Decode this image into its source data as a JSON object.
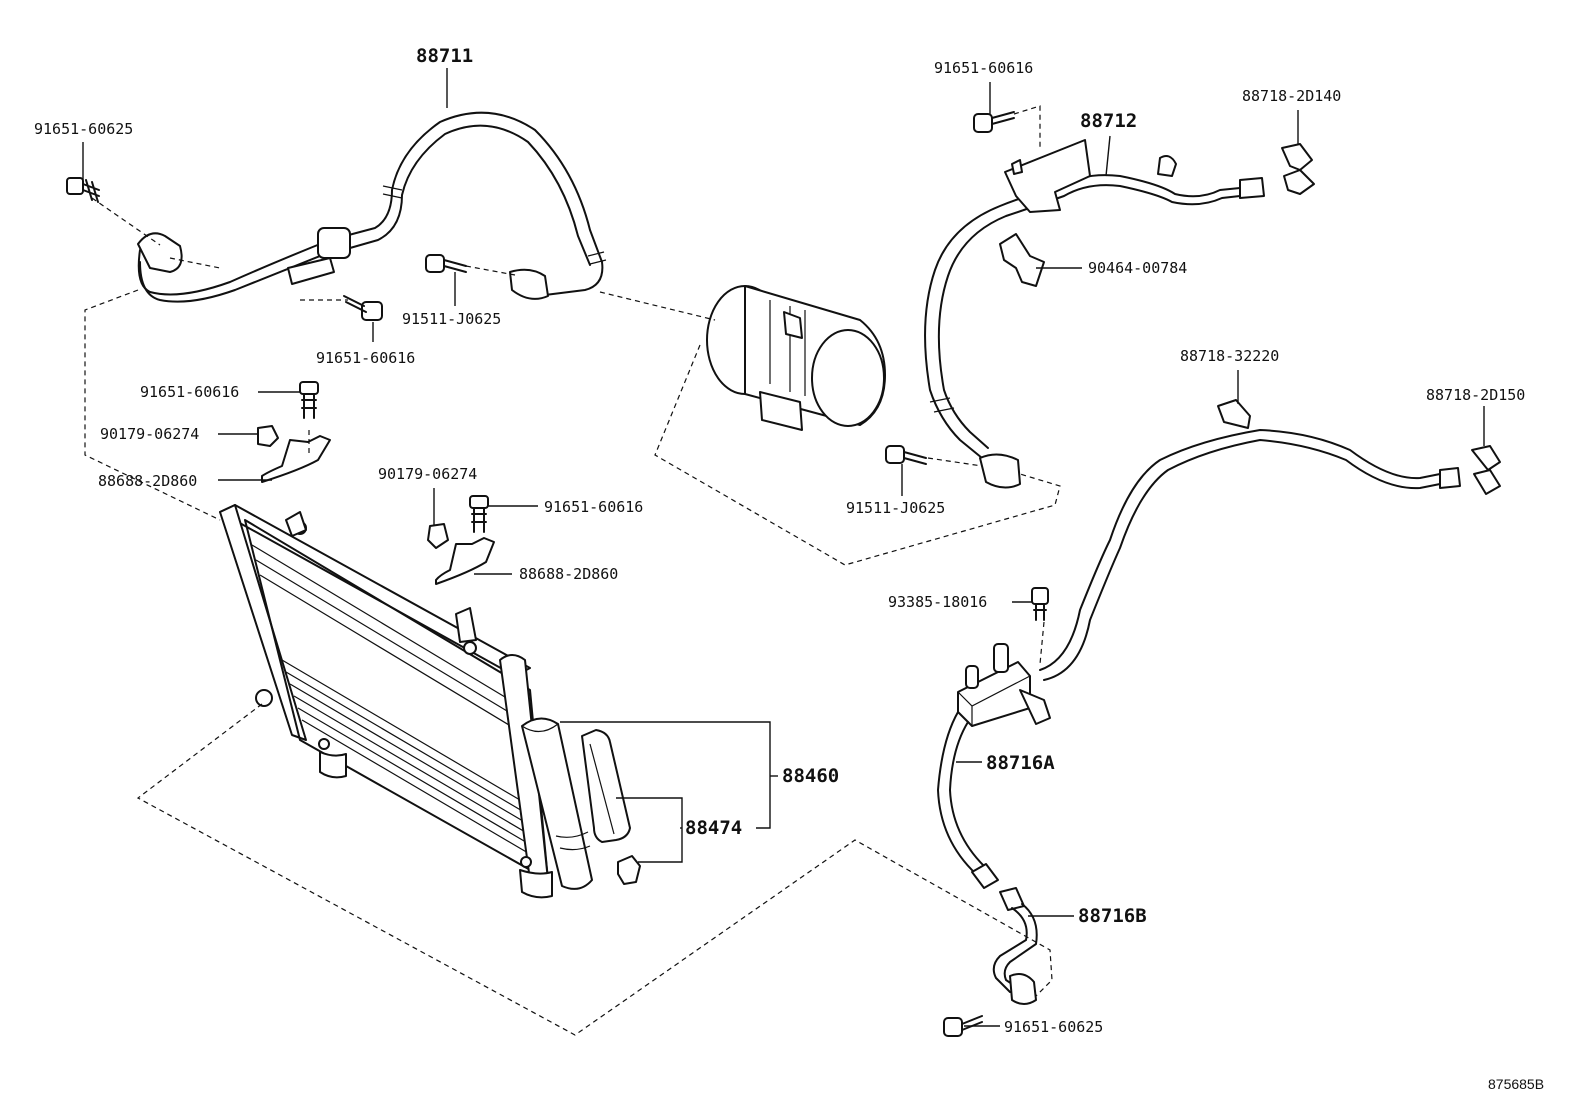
{
  "diagram_code": "875685B",
  "labels": {
    "p88711": "88711",
    "p91651_60625_top": "91651-60625",
    "p91651_60616_a": "91651-60616",
    "p91511_j0625_a": "91511-J0625",
    "p91651_60616_b": "91651-60616",
    "p90179_06274_a": "90179-06274",
    "p88688_2d860_a": "88688-2D860",
    "p90179_06274_b": "90179-06274",
    "p91651_60616_c": "91651-60616",
    "p88688_2d860_b": "88688-2D860",
    "p88460": "88460",
    "p88474": "88474",
    "p91651_60616_d": "91651-60616",
    "p88712": "88712",
    "p88718_2d140": "88718-2D140",
    "p90464_00784": "90464-00784",
    "p88718_32220": "88718-32220",
    "p88718_2d150": "88718-2D150",
    "p91511_j0625_b": "91511-J0625",
    "p93385_18016": "93385-18016",
    "p88716a": "88716A",
    "p88716b": "88716B",
    "p91651_60625_bottom": "91651-60625"
  }
}
